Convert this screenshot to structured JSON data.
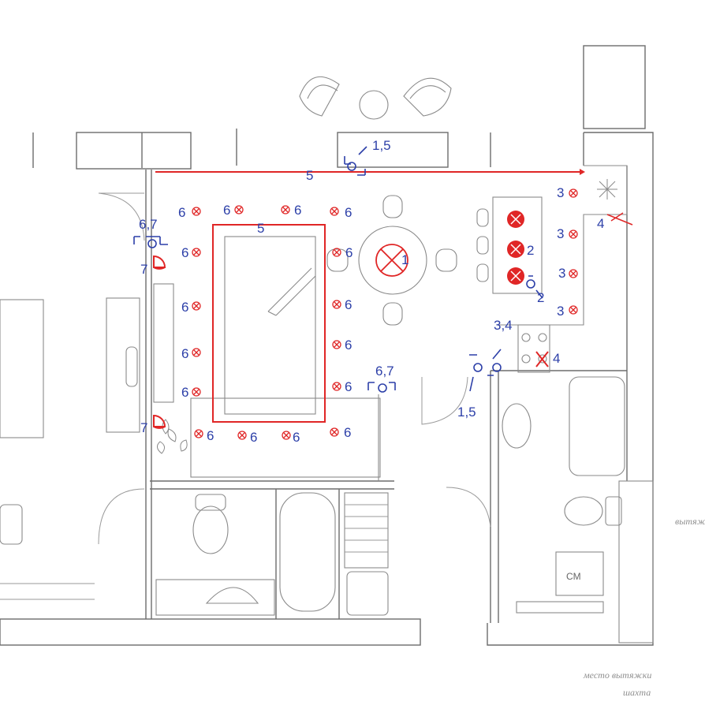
{
  "labels": {
    "n1": "1",
    "n2": "2",
    "n3": "3",
    "n4": "4",
    "n5": "5",
    "n6": "6",
    "n7": "7",
    "n15": "1,5",
    "n34": "3,4",
    "n67": "6,7",
    "cm": "CM",
    "note_a": "вытяж.",
    "note_b": "место вытяжки",
    "note_c": "шахта"
  },
  "colors": {
    "wall": "#6d6d6d",
    "lighting": "#e02626",
    "annotation": "#2c3fa8"
  }
}
